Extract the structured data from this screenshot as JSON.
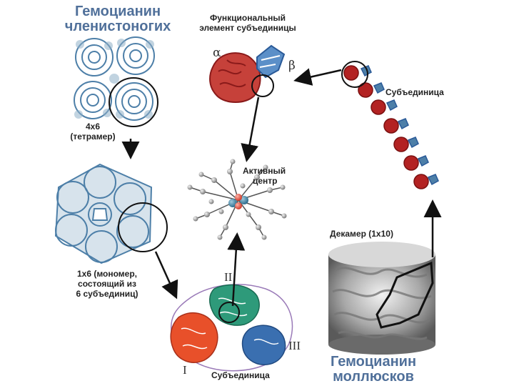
{
  "titles": {
    "arthropods_line1": "Гемоцианин",
    "arthropods_line2": "членистоногих",
    "molluscs_line1": "Гемоцианин",
    "molluscs_line2": "моллюсков"
  },
  "labels": {
    "functional_line1": "Функциональный",
    "functional_line2": "элемент субъединицы",
    "alpha": "α",
    "beta": "β",
    "subunit_chain": "Субъединица",
    "tetramer_line1": "4x6",
    "tetramer_line2": "(тетрамер)",
    "active_line1": "Активный",
    "active_line2": "центр",
    "monomer_line1": "1x6 (мономер,",
    "monomer_line2": "состоящий из",
    "monomer_line3": "6 субъединиц)",
    "decamer": "Декамер (1x10)",
    "subunit_bottom": "Субъединица",
    "roman_I": "I",
    "roman_II": "II",
    "roman_III": "III"
  },
  "colors": {
    "title": "#50709a",
    "alpha_domain": "#b32222",
    "beta_domain": "#3a73b5",
    "protein_blue": "#4d7fa8",
    "domain_I": "#e8502a",
    "domain_II": "#2e9a7a",
    "domain_III": "#3a6fb0",
    "copper": "#2f6f8f",
    "oxygen": "#e04a3a"
  }
}
